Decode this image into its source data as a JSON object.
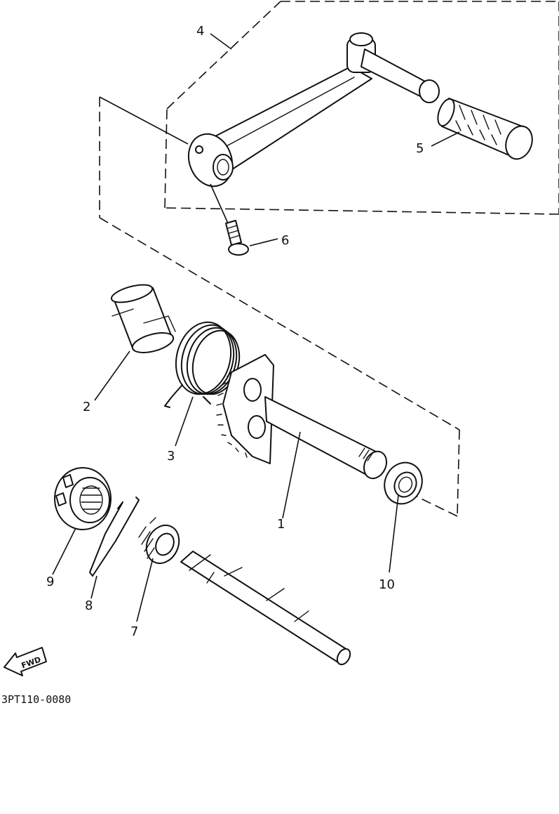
{
  "callouts": [
    {
      "id": "1",
      "label": "1"
    },
    {
      "id": "2",
      "label": "2"
    },
    {
      "id": "3",
      "label": "3"
    },
    {
      "id": "4",
      "label": "4"
    },
    {
      "id": "5",
      "label": "5"
    },
    {
      "id": "6",
      "label": "6"
    },
    {
      "id": "7",
      "label": "7"
    },
    {
      "id": "8",
      "label": "8"
    },
    {
      "id": "9",
      "label": "9"
    },
    {
      "id": "10",
      "label": "10"
    }
  ],
  "direction_marker": {
    "label": "FWD",
    "icon": "fwd-arrow-icon"
  },
  "drawing_code": "3PT110-0080"
}
